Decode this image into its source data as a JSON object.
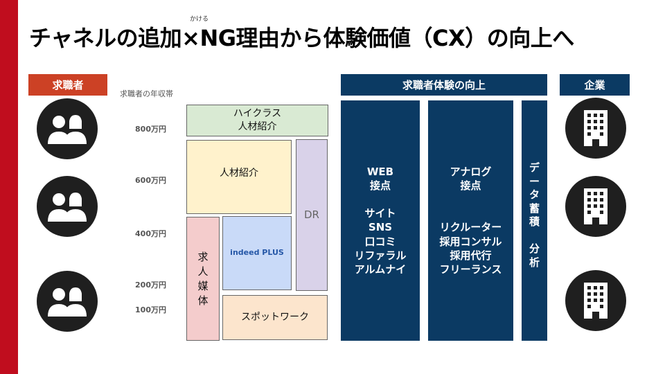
{
  "title": "チャネルの追加×NG理由から体験価値（CX）の向上へ",
  "title_ruby": "かける",
  "seeker_header": "求職者",
  "income_label": "求職者の年収帯",
  "salaries": [
    "800万円",
    "600万円",
    "400万円",
    "200万円",
    "100万円"
  ],
  "channels": {
    "highclass": "ハイクラス\n人材紹介",
    "agency": "人材紹介",
    "dr": "DR",
    "media": "求\n人\n媒\n体",
    "indeed_logo": "indeed PLUS",
    "spot": "スポットワーク"
  },
  "cx_header": "求職者体験の向上",
  "web": {
    "title": "WEB\n接点",
    "items": "サイト\nSNS\n口コミ\nリファラル\nアルムナイ"
  },
  "analog": {
    "title": "アナログ\n接点",
    "items": "リクルーター\n採用コンサル\n採用代行\nフリーランス"
  },
  "data_col": "デ\nー\nタ\n蓄\n積\n\n分\n析",
  "corp_header": "企業",
  "colors": {
    "red": "#c00d1e",
    "orange": "#cc4125",
    "navy": "#0b3a63"
  }
}
